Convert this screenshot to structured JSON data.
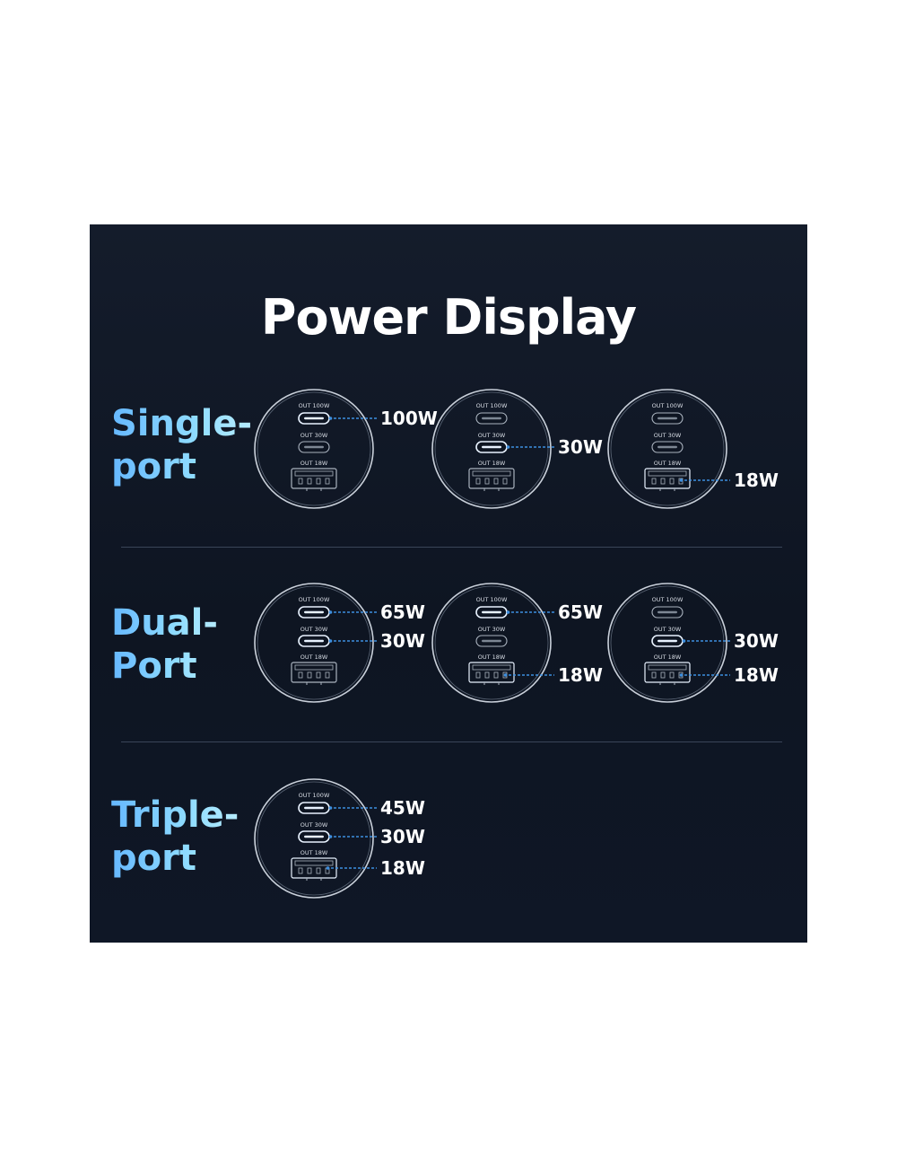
{
  "title": "Power Display",
  "port_labels": {
    "c1": "OUT 100W",
    "c2": "OUT 30W",
    "usba": "OUT 18W"
  },
  "rows": [
    {
      "label_line1": "Single-",
      "label_line2": "port",
      "devices": [
        {
          "outputs": [
            {
              "port": "c1",
              "watts": "100W"
            }
          ]
        },
        {
          "outputs": [
            {
              "port": "c2",
              "watts": "30W"
            }
          ]
        },
        {
          "outputs": [
            {
              "port": "usba",
              "watts": "18W"
            }
          ]
        }
      ]
    },
    {
      "label_line1": "Dual-",
      "label_line2": "Port",
      "devices": [
        {
          "outputs": [
            {
              "port": "c1",
              "watts": "65W"
            },
            {
              "port": "c2",
              "watts": "30W"
            }
          ]
        },
        {
          "outputs": [
            {
              "port": "c1",
              "watts": "65W"
            },
            {
              "port": "usba",
              "watts": "18W"
            }
          ]
        },
        {
          "outputs": [
            {
              "port": "c2",
              "watts": "30W"
            },
            {
              "port": "usba",
              "watts": "18W"
            }
          ]
        }
      ]
    },
    {
      "label_line1": "Triple-",
      "label_line2": "port",
      "devices": [
        {
          "outputs": [
            {
              "port": "c1",
              "watts": "45W"
            },
            {
              "port": "c2",
              "watts": "30W"
            },
            {
              "port": "usba",
              "watts": "18W"
            }
          ]
        }
      ]
    }
  ],
  "colors": {
    "accent": "#3d8fe0",
    "label_gradient_start": "#66b8ff",
    "label_gradient_end": "#b6ecff"
  }
}
